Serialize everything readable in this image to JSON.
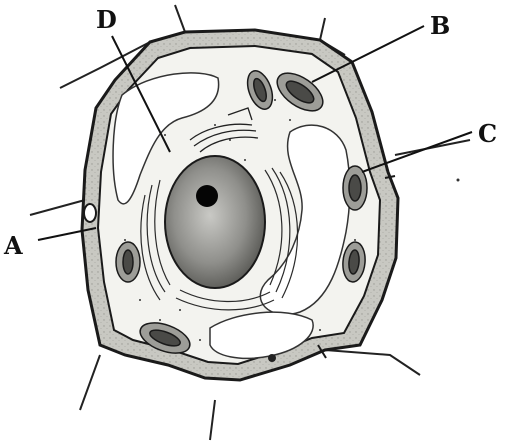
{
  "diagram": {
    "labels": {
      "a": "A",
      "b": "B",
      "c": "C",
      "d": "D"
    },
    "colors": {
      "ink": "#1a1a1a",
      "wall_fill": "#c9c9c4",
      "cytoplasm": "#f2f2ee",
      "vacuole": "#ffffff",
      "nucleus": "#8a8a86"
    }
  }
}
